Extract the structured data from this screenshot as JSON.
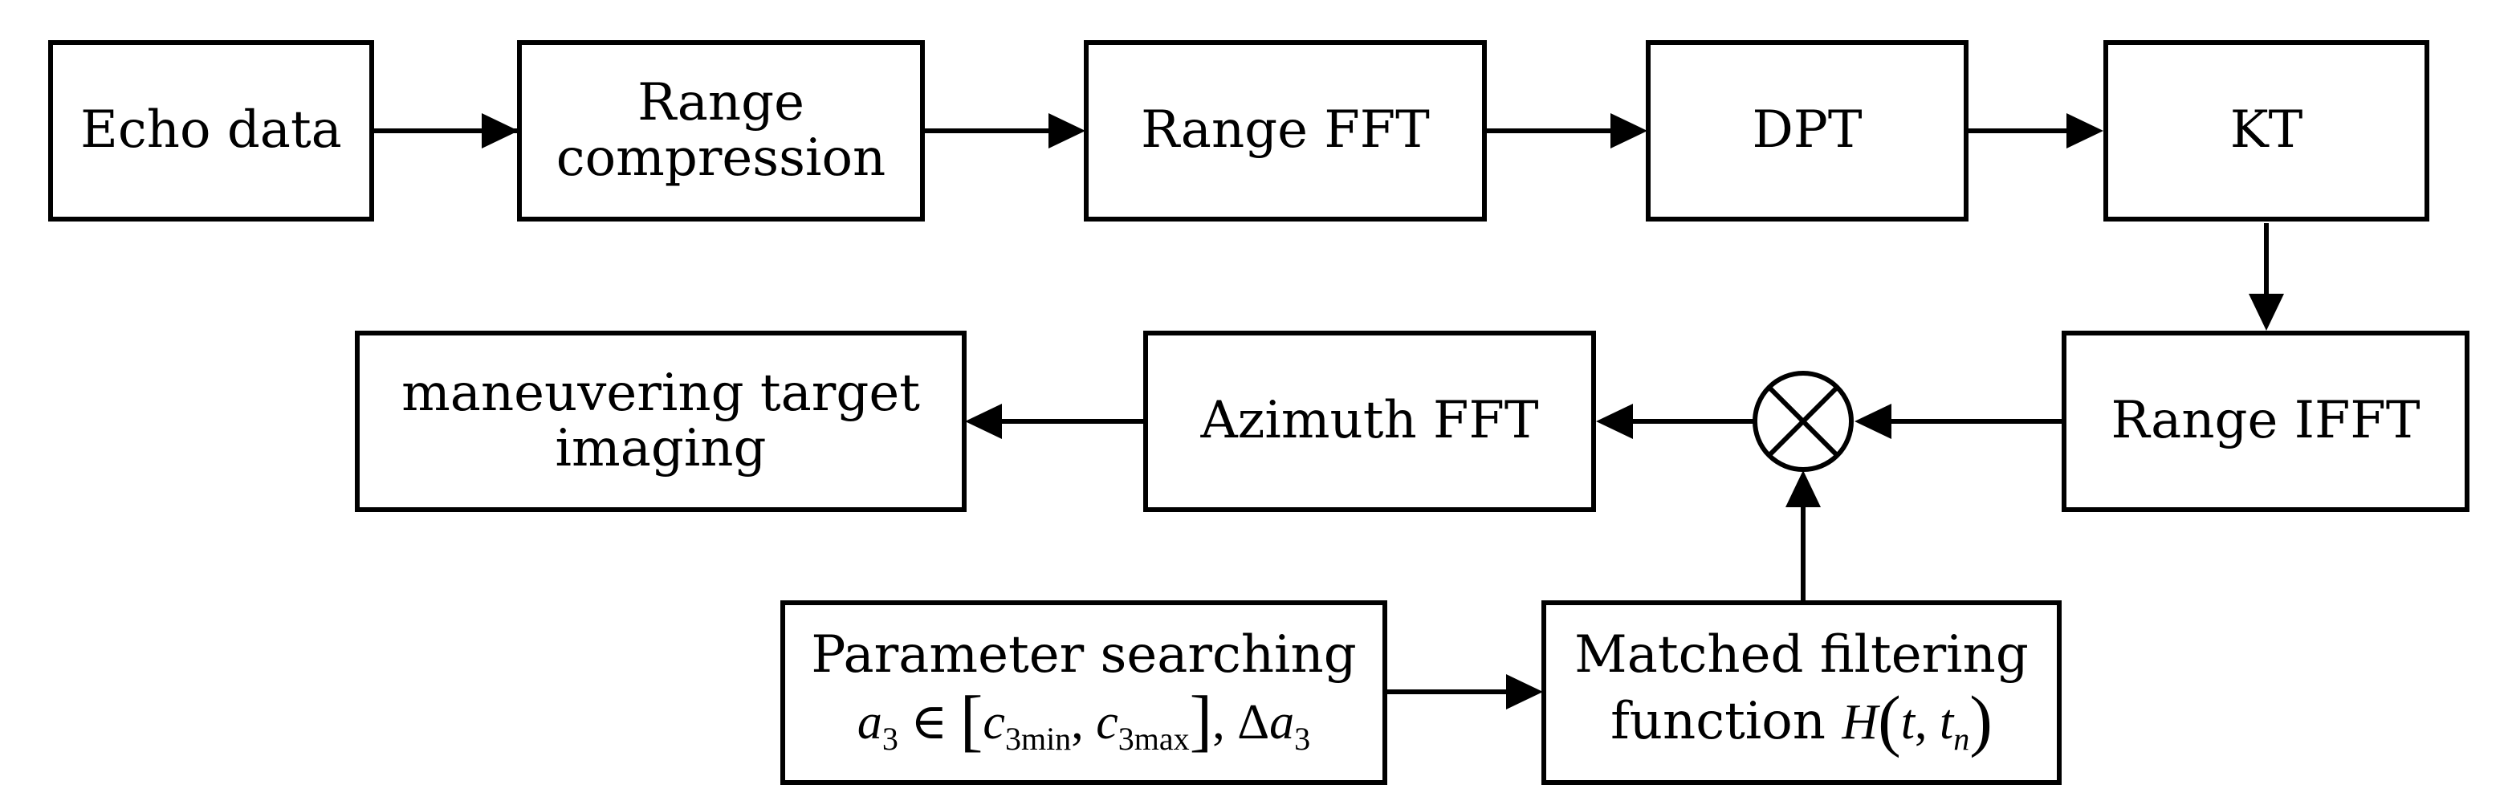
{
  "nodes": {
    "echo": {
      "label": "Echo data"
    },
    "range_comp": {
      "line1": "Range",
      "line2": "compression"
    },
    "range_fft": {
      "label": "Range FFT"
    },
    "dpt": {
      "label": "DPT"
    },
    "kt": {
      "label": "KT"
    },
    "range_ifft": {
      "label": "Range IFFT"
    },
    "azimuth_fft": {
      "label": "Azimuth FFT"
    },
    "imaging": {
      "line1": "maneuvering target",
      "line2": "imaging"
    },
    "param": {
      "line1": "Parameter searching",
      "a": "a",
      "a_sub": "3",
      "in": " ∈ ",
      "lbr": "[",
      "c1": "c",
      "c1_sub": "3min",
      "comma": ", ",
      "c2": "c",
      "c2_sub": "3max",
      "rbr": "]",
      "delta": ", Δ",
      "a2": "a",
      "a2_sub": "3"
    },
    "matched": {
      "line1": "Matched filtering",
      "line2_text": "function  ",
      "H": "H",
      "lparen": "(",
      "t": "t",
      "comma": ", ",
      "tn": "t",
      "tn_sub": "n",
      "rparen": ")"
    }
  },
  "multiplier": {
    "symbol": "⊗"
  }
}
